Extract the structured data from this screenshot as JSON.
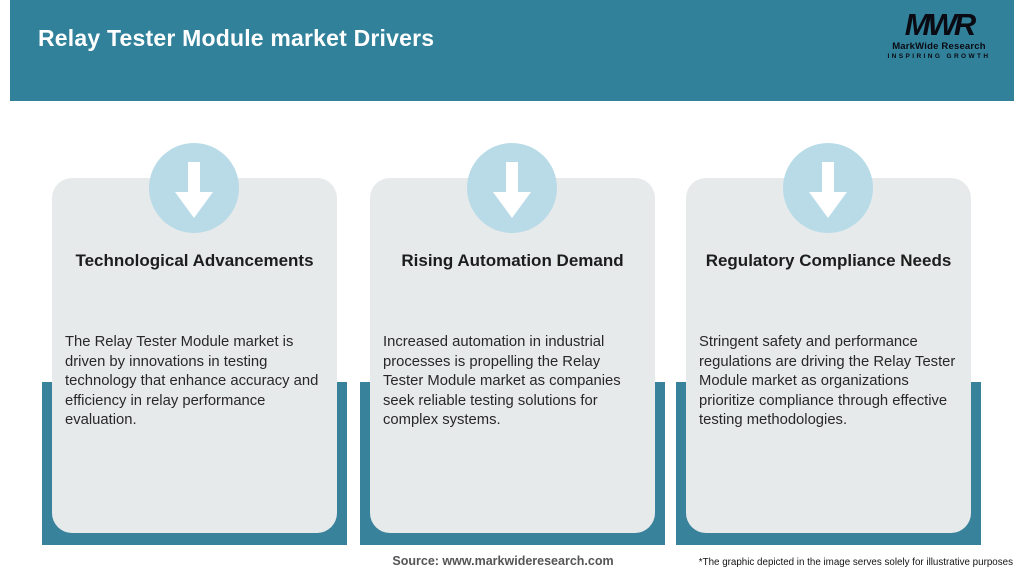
{
  "header": {
    "title": "Relay Tester Module market Drivers",
    "logo": {
      "acronym": "MWR",
      "name": "MarkWide Research",
      "tagline": "INSPIRING GROWTH"
    }
  },
  "cards": [
    {
      "icon": "down-arrow-icon",
      "title": "Technological Advancements",
      "description": "The Relay Tester Module market is driven by innovations in testing technology that enhance accuracy and efficiency in relay performance evaluation."
    },
    {
      "icon": "down-arrow-icon",
      "title": "Rising Automation Demand",
      "description": "Increased automation in industrial processes is propelling the Relay Tester Module market as companies seek reliable testing solutions for complex systems."
    },
    {
      "icon": "down-arrow-icon",
      "title": "Regulatory Compliance Needs",
      "description": "Stringent safety and performance regulations are driving the Relay Tester Module market as organizations prioritize compliance through effective testing methodologies."
    }
  ],
  "footer": {
    "source": "Source: www.markwideresearch.com",
    "disclaimer": "*The graphic depicted in the image serves solely for illustrative purposes"
  },
  "colors": {
    "teal": "#31819A",
    "teal_bar": "#38839B",
    "card_bg": "#E7EAEB",
    "circle_blue": "#B8DBE7",
    "header_text": "#FFFFFF",
    "logo_text": "#0A0A12"
  }
}
